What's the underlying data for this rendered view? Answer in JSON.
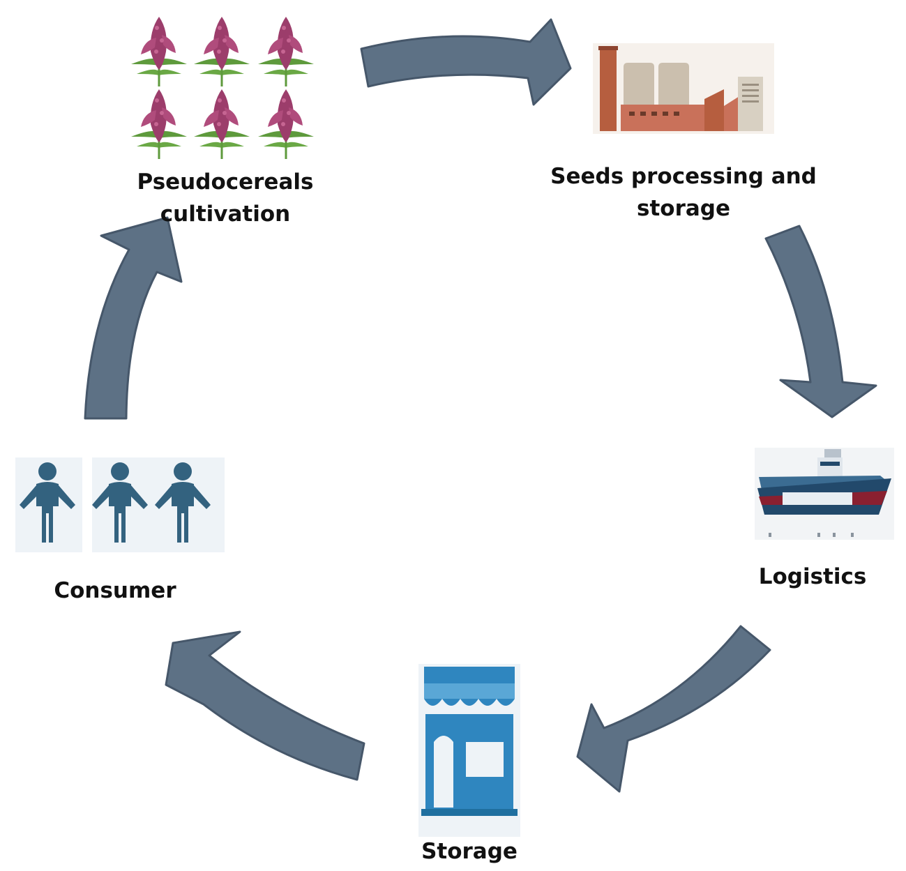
{
  "nodes": {
    "cultivation": {
      "line1": "Pseudocereals",
      "line2": "cultivation",
      "icon": "amaranth-plants-icon"
    },
    "processing": {
      "line1": "Seeds processing and",
      "line2": "storage",
      "icon": "factory-icon"
    },
    "logistics": {
      "label": "Logistics",
      "icon": "cargo-ship-icon"
    },
    "storage": {
      "label": "Storage",
      "icon": "storefront-icon"
    },
    "consumer": {
      "label": "Consumer",
      "icon": "people-icon"
    }
  },
  "colors": {
    "arrow": "#5d7185",
    "arrow_edge": "#46576a",
    "plant_flower": "#9c3d6b",
    "plant_leaf": "#5e9a3c",
    "factory_brick": "#c9715a",
    "factory_tank": "#cbbfae",
    "ship_hull": "#22496b",
    "ship_stripe": "#8a2030",
    "store_blue": "#2f86bf",
    "person": "#33627f",
    "icon_bg": "#eef3f7"
  }
}
